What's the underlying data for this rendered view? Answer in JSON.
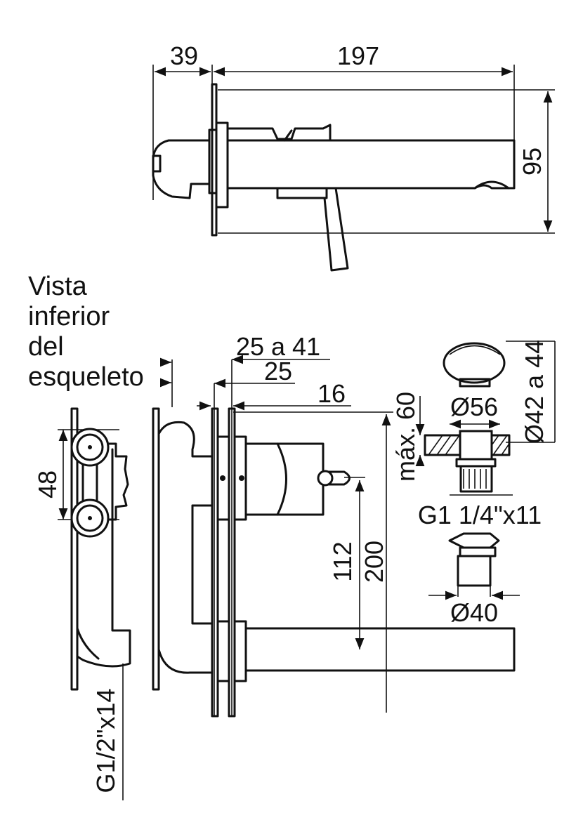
{
  "dimensions": {
    "d39": "39",
    "d197": "197",
    "d95": "95",
    "d25a41": "25 a 41",
    "d25": "25",
    "d16": "16",
    "d48": "48",
    "d112": "112",
    "d200": "200",
    "d56": "Ø56",
    "d42a44": "Ø42 a 44",
    "dmax60": "máx. 60",
    "thread_g1": "G1 1/4\"x11",
    "d40": "Ø40",
    "thread_g12": "G1/2\"x14"
  },
  "view_label": {
    "line1": "Vista",
    "line2": "inferior",
    "line3": "del",
    "line4": "esqueleto"
  }
}
